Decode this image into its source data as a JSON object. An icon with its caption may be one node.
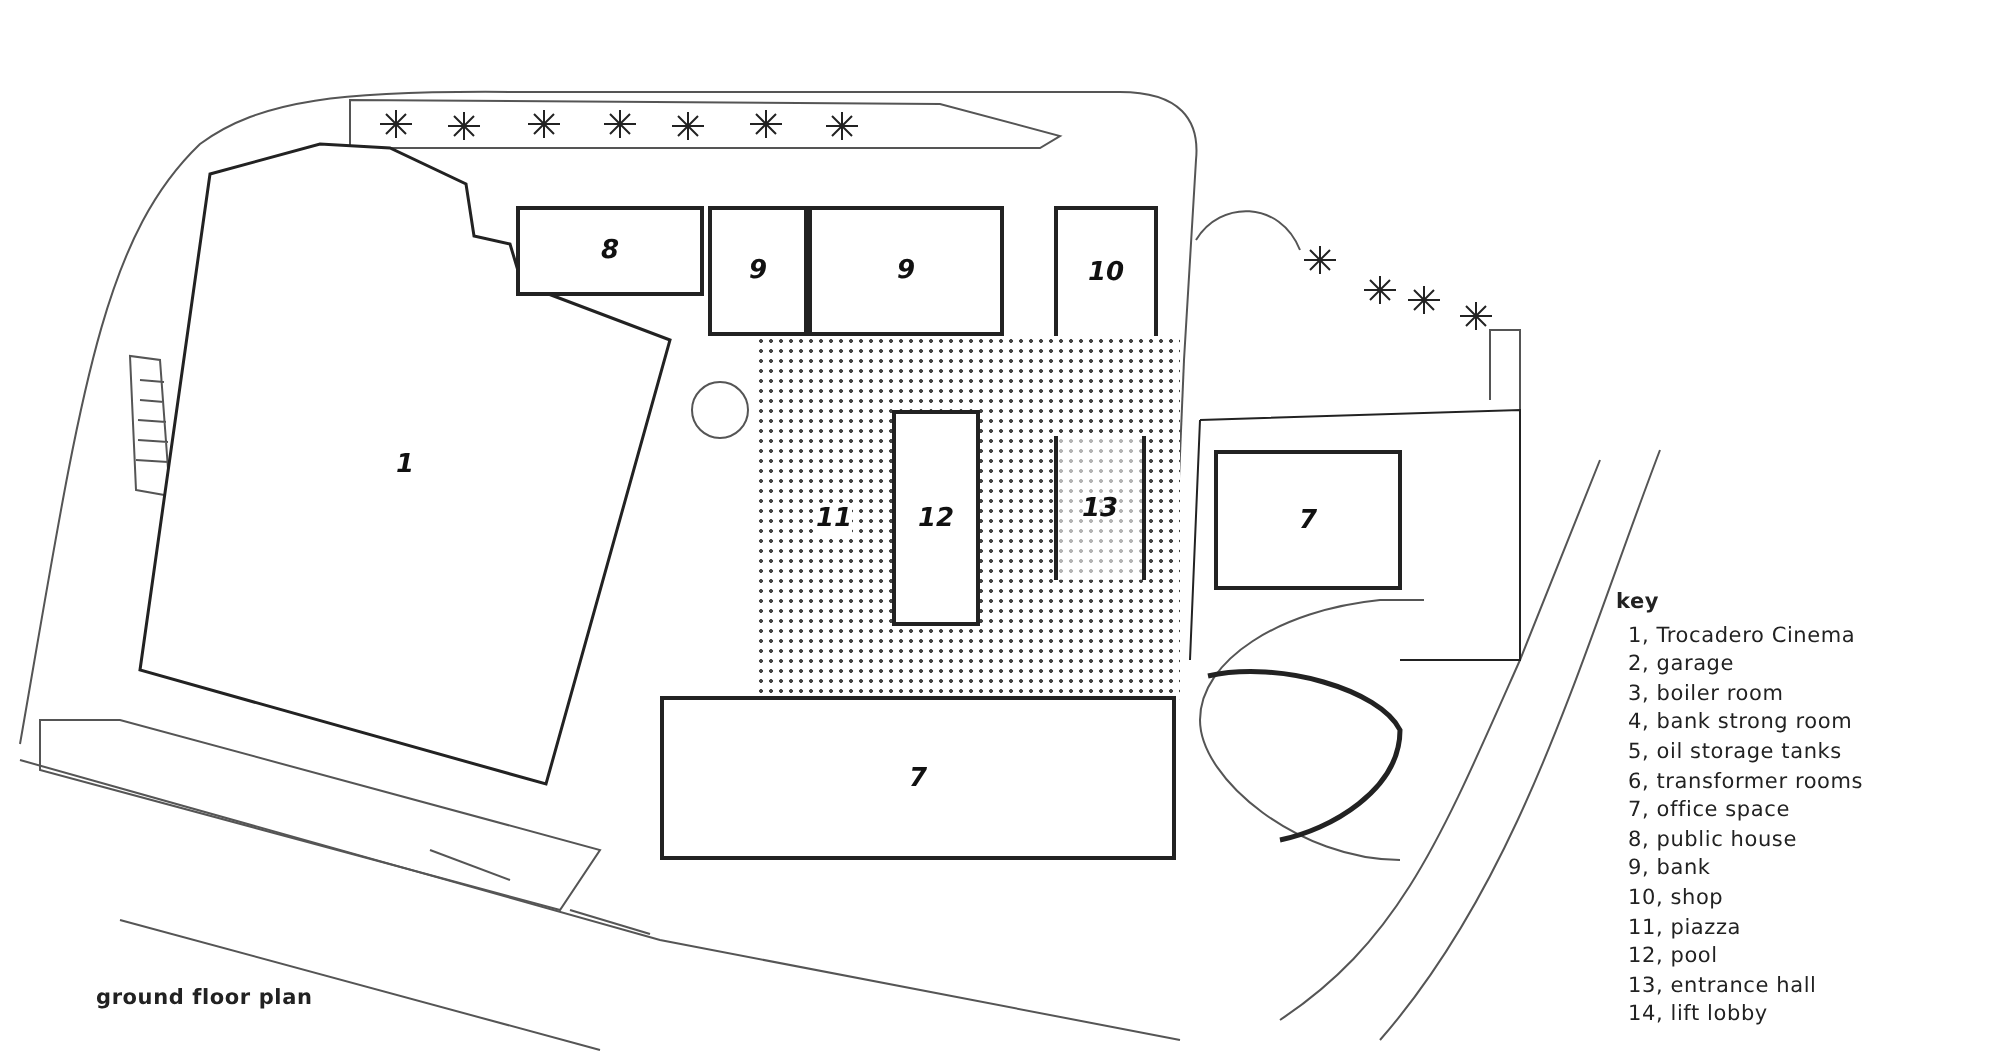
{
  "diagram": {
    "nodes": [
      {
        "text": [
          "1"
        ]
      },
      {
        "text": [
          "8"
        ]
      },
      {
        "text": [
          "9"
        ]
      },
      {
        "text": [
          "9"
        ]
      },
      {
        "text": [
          "10"
        ]
      },
      {
        "text": [
          "11"
        ]
      },
      {
        "text": [
          "12"
        ],
        "in": 5
      },
      {
        "text": [
          "13"
        ],
        "in": 5
      },
      {
        "text": [
          "7"
        ]
      },
      {
        "text": [
          "7"
        ]
      }
    ],
    "labels": [
      "key",
      "1, Trocadero Cinema",
      "2, garage",
      "3, boiler room",
      "4, bank strong room",
      "5, oil storage tanks",
      "6, transformer rooms",
      "7, office space",
      "8, public house",
      "9, bank",
      "10, shop",
      "11, piazza",
      "12, pool",
      "13, entrance hall",
      "14, lift lobby",
      "ground floor plan"
    ]
  }
}
